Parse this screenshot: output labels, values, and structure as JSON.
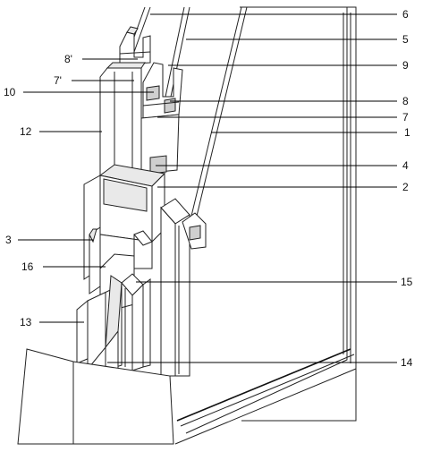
{
  "diagram": {
    "labels": {
      "l1": "1",
      "l2": "2",
      "l3": "3",
      "l4": "4",
      "l5": "5",
      "l6": "6",
      "l7": "7",
      "l7p": "7'",
      "l8": "8",
      "l8p": "8'",
      "l9": "9",
      "l10": "10",
      "l12": "12",
      "l13": "13",
      "l14": "14",
      "l15": "15",
      "l16": "16"
    }
  }
}
